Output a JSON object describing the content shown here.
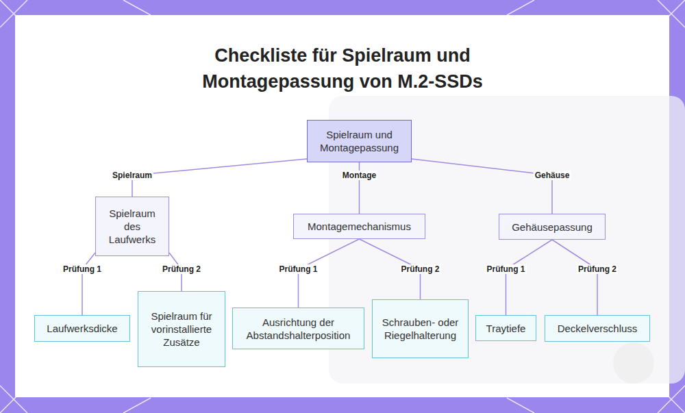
{
  "diagram": {
    "title": "Checkliste für Spielraum und Montagepassung von M.2-SSDs",
    "nodes": [
      {
        "text": [
          "Spielraum und Montagepassung"
        ]
      },
      {
        "text": [
          "Spielraum des Laufwerks"
        ]
      },
      {
        "text": [
          "Montagemechanismus"
        ]
      },
      {
        "text": [
          "Gehäusepassung"
        ]
      },
      {
        "text": [
          "Laufwerksdicke"
        ]
      },
      {
        "text": [
          "Spielraum für vorinstallierte Zusätze"
        ]
      },
      {
        "text": [
          "Ausrichtung der Abstandshalterposition"
        ]
      },
      {
        "text": [
          "Schrauben- oder Riegelhalterung"
        ]
      },
      {
        "text": [
          "Traytiefe"
        ]
      },
      {
        "text": [
          "Deckelverschluss"
        ]
      }
    ],
    "edges": [
      {
        "from": 0,
        "to": 1,
        "label": "Spielraum",
        "arrow": "none"
      },
      {
        "from": 0,
        "to": 2,
        "label": "Montage",
        "arrow": "none"
      },
      {
        "from": 0,
        "to": 3,
        "label": "Gehäuse",
        "arrow": "none"
      },
      {
        "from": 1,
        "to": 4,
        "label": "Prüfung 1",
        "arrow": "none"
      },
      {
        "from": 1,
        "to": 5,
        "label": "Prüfung 2",
        "arrow": "none"
      },
      {
        "from": 2,
        "to": 6,
        "label": "Prüfung 1",
        "arrow": "none"
      },
      {
        "from": 2,
        "to": 7,
        "label": "Prüfung 2",
        "arrow": "none"
      },
      {
        "from": 3,
        "to": 8,
        "label": "Prüfung 1",
        "arrow": "none"
      },
      {
        "from": 3,
        "to": 9,
        "label": "Prüfung 2",
        "arrow": "none"
      }
    ]
  }
}
